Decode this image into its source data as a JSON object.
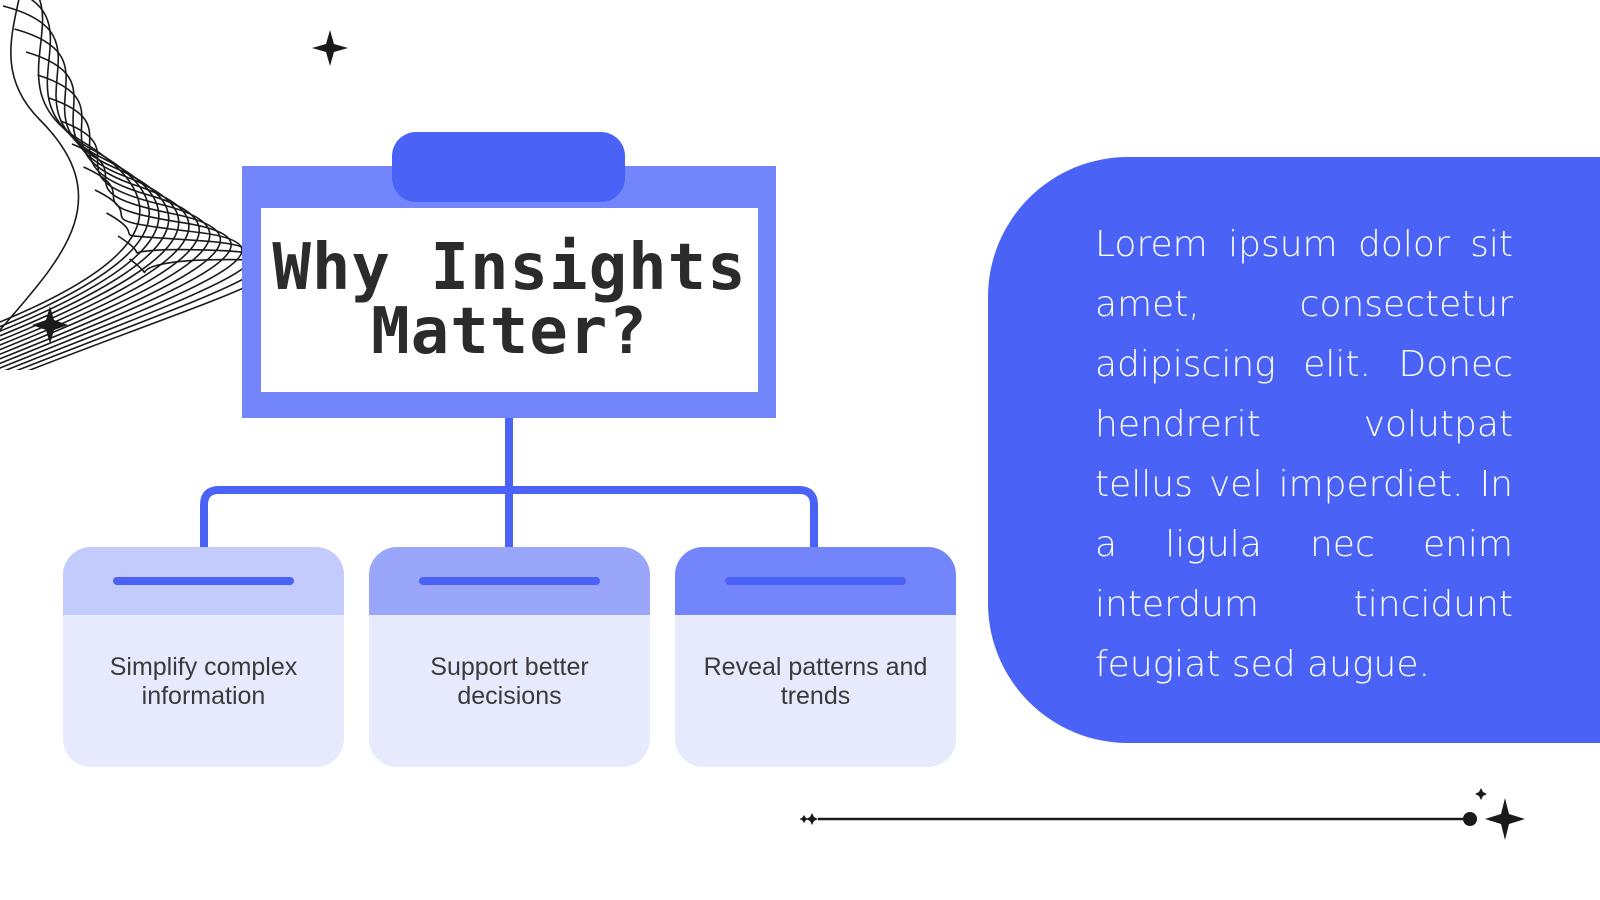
{
  "title": {
    "line1": "Why Insights",
    "line2": "Matter?"
  },
  "cards": [
    {
      "text": "Simplify complex information"
    },
    {
      "text": "Support better decisions"
    },
    {
      "text": "Reveal patterns and trends"
    }
  ],
  "panel": {
    "text": "Lorem ipsum dolor sit amet, consectetur adipiscing elit. Donec hendrerit volutpat tellus vel imperdiet. In a ligula nec enim interdum tincidunt feugiat sed augue."
  },
  "colors": {
    "accent": "#4a62f6",
    "board": "#7385fb",
    "card_light": "#e7eafd",
    "text_dark": "#2b2b2b"
  }
}
